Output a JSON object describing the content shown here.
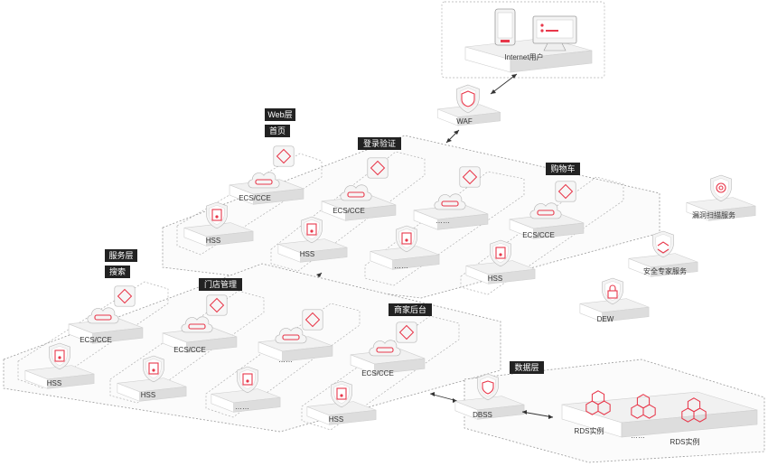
{
  "internet": {
    "label": "Internet用户"
  },
  "waf": {
    "label": "WAF"
  },
  "web_layer": {
    "layer_tag": "Web层",
    "home": {
      "tag": "首页",
      "server": "ECS/CCE",
      "hss": "HSS"
    },
    "login": {
      "tag": "登录验证",
      "server": "ECS/CCE",
      "hss": "HSS"
    },
    "middle": {
      "server": "……",
      "hss": "……"
    },
    "cart": {
      "tag": "购物车",
      "server": "ECS/CCE",
      "hss": "HSS"
    }
  },
  "service_layer": {
    "layer_tag": "服务层",
    "search": {
      "tag": "搜索",
      "server": "ECS/CCE",
      "hss": "HSS"
    },
    "store": {
      "tag": "门店管理",
      "server": "ECS/CCE",
      "hss": "HSS"
    },
    "middle": {
      "server": "……",
      "hss": "……"
    },
    "merchant": {
      "tag": "商家后台",
      "server": "ECS/CCE",
      "hss": "HSS"
    }
  },
  "security_services": {
    "vuln_scan": "漏洞扫描服务",
    "expert": "安全专家服务",
    "dew": "DEW"
  },
  "data_layer": {
    "layer_tag": "数据层",
    "dbss": "DBSS",
    "rds1": "RDS实例",
    "ellipsis": "……",
    "rds2": "RDS实例"
  },
  "colors": {
    "accent": "#e8374a",
    "tag_bg": "#222222",
    "border": "#9a9a9a"
  },
  "icons": [
    "phone-icon",
    "monitor-icon",
    "shield-icon",
    "cloud-server-icon",
    "diamond-node-icon",
    "hss-doc-shield-icon",
    "database-hex-icon",
    "lock-icon",
    "radar-shield-icon",
    "expert-shield-icon"
  ]
}
